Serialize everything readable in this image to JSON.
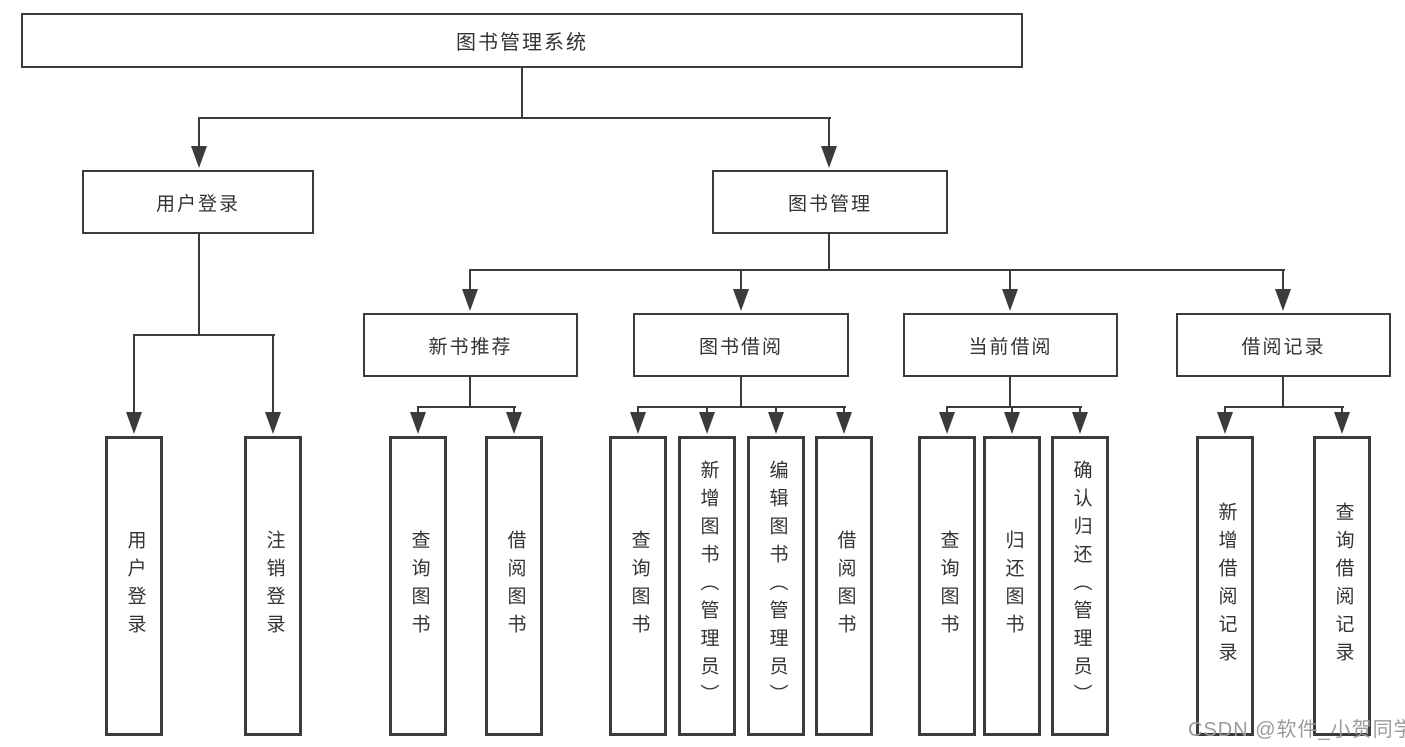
{
  "diagram": {
    "title": "图书管理系统",
    "branches": [
      {
        "label": "用户登录",
        "children": [
          "用户登录",
          "注销登录"
        ]
      },
      {
        "label": "图书管理",
        "groups": [
          {
            "label": "新书推荐",
            "children": [
              "查询图书",
              "借阅图书"
            ]
          },
          {
            "label": "图书借阅",
            "children": [
              "查询图书",
              "新增图书（管理员）",
              "编辑图书（管理员）",
              "借阅图书"
            ]
          },
          {
            "label": "当前借阅",
            "children": [
              "查询图书",
              "归还图书",
              "确认归还（管理员）"
            ]
          },
          {
            "label": "借阅记录",
            "children": [
              "新增借阅记录",
              "查询借阅记录"
            ]
          }
        ]
      }
    ]
  },
  "watermark": {
    "text": "CSDN @软件_小贺同学"
  },
  "colors": {
    "line": "#3b3b3b",
    "border": "#3b3b3b",
    "background": "#ffffff",
    "text": "#333333",
    "watermark": "#9b9b9b"
  }
}
